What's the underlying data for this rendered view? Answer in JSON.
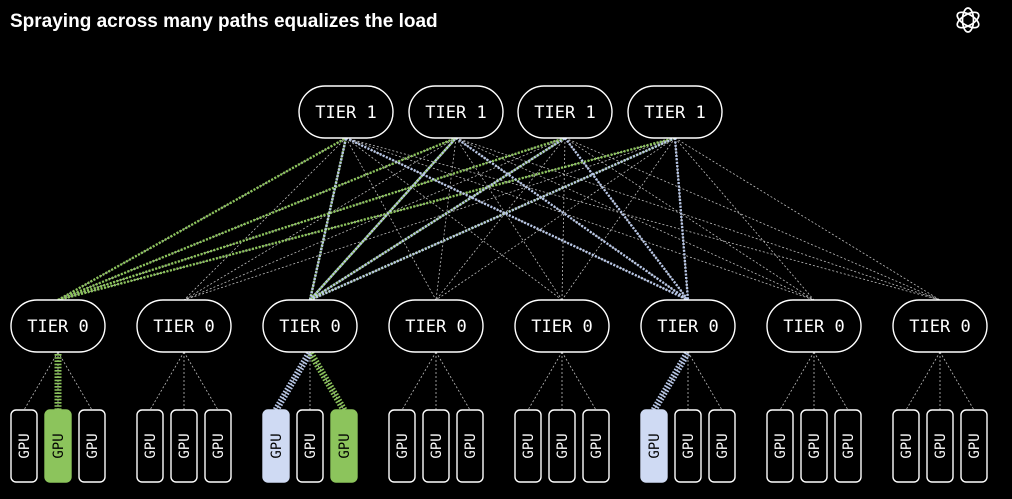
{
  "title": "Spraying across many paths equalizes the load",
  "logo_icon": "openai-logo-icon",
  "colors": {
    "background": "#000000",
    "node_stroke": "#ffffff",
    "text": "#ffffff",
    "link_dim": "#bdbdbd",
    "link_green": "#8cc45c",
    "link_blue": "#b9c8e8",
    "gpu_green_fill": "#8cc45c",
    "gpu_blue_fill": "#cfdaf3",
    "gpu_active_text": "#000000"
  },
  "tier1": [
    {
      "label": "TIER 1"
    },
    {
      "label": "TIER 1"
    },
    {
      "label": "TIER 1"
    },
    {
      "label": "TIER 1"
    }
  ],
  "tier0": [
    {
      "label": "TIER 0",
      "gpus": [
        {
          "label": "GPU",
          "state": "none"
        },
        {
          "label": "GPU",
          "state": "green"
        },
        {
          "label": "GPU",
          "state": "none"
        }
      ]
    },
    {
      "label": "TIER 0",
      "gpus": [
        {
          "label": "GPU",
          "state": "none"
        },
        {
          "label": "GPU",
          "state": "none"
        },
        {
          "label": "GPU",
          "state": "none"
        }
      ]
    },
    {
      "label": "TIER 0",
      "gpus": [
        {
          "label": "GPU",
          "state": "blue"
        },
        {
          "label": "GPU",
          "state": "none"
        },
        {
          "label": "GPU",
          "state": "green"
        }
      ]
    },
    {
      "label": "TIER 0",
      "gpus": [
        {
          "label": "GPU",
          "state": "none"
        },
        {
          "label": "GPU",
          "state": "none"
        },
        {
          "label": "GPU",
          "state": "none"
        }
      ]
    },
    {
      "label": "TIER 0",
      "gpus": [
        {
          "label": "GPU",
          "state": "none"
        },
        {
          "label": "GPU",
          "state": "none"
        },
        {
          "label": "GPU",
          "state": "none"
        }
      ]
    },
    {
      "label": "TIER 0",
      "gpus": [
        {
          "label": "GPU",
          "state": "blue"
        },
        {
          "label": "GPU",
          "state": "none"
        },
        {
          "label": "GPU",
          "state": "none"
        }
      ]
    },
    {
      "label": "TIER 0",
      "gpus": [
        {
          "label": "GPU",
          "state": "none"
        },
        {
          "label": "GPU",
          "state": "none"
        },
        {
          "label": "GPU",
          "state": "none"
        }
      ]
    },
    {
      "label": "TIER 0",
      "gpus": [
        {
          "label": "GPU",
          "state": "none"
        },
        {
          "label": "GPU",
          "state": "none"
        },
        {
          "label": "GPU",
          "state": "none"
        }
      ]
    }
  ],
  "flows": {
    "green": {
      "source": [
        0,
        1
      ],
      "target": [
        2,
        2
      ]
    },
    "blue": {
      "source": [
        2,
        0
      ],
      "target": [
        5,
        0
      ]
    }
  }
}
